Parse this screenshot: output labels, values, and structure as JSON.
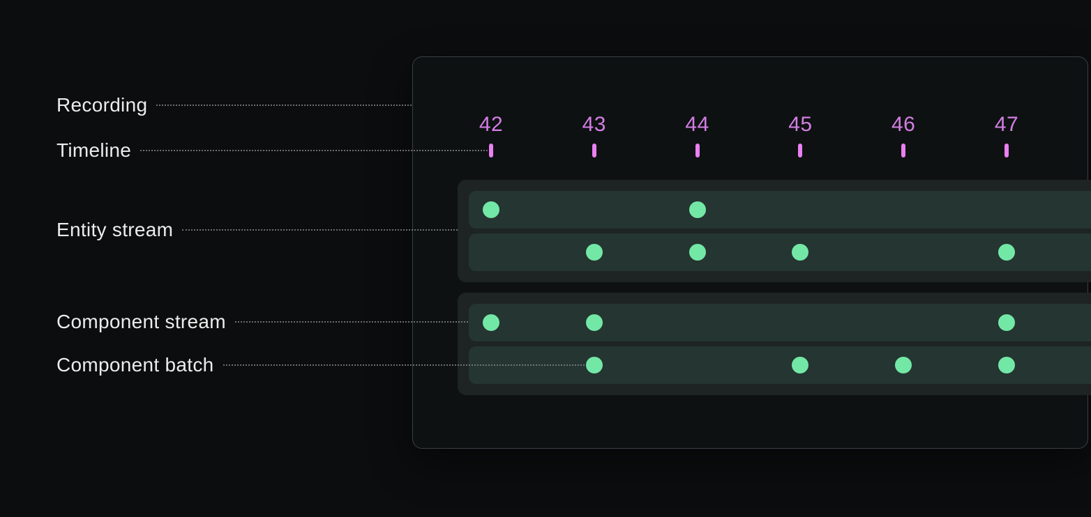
{
  "colors": {
    "background": "#0b0d0e",
    "panel_bg": "#0e1112",
    "panel_border": "#3a4043",
    "group_bg": "#1d2423",
    "row_bg": "#253531",
    "dot": "#73e8a6",
    "timeline_text": "#d37ee4",
    "tick": "#ea80f2",
    "label_text": "#ebeceb",
    "leader_line": "#7e8283"
  },
  "annotations": [
    {
      "text": "Recording"
    },
    {
      "text": "Timeline"
    },
    {
      "text": "Entity stream"
    },
    {
      "text": "Component stream"
    },
    {
      "text": "Component batch"
    }
  ],
  "timeline": {
    "tick_labels": [
      "42",
      "43",
      "44",
      "45",
      "46",
      "47"
    ]
  },
  "streams": {
    "groups": [
      {
        "name": "entity-stream-group-1",
        "rows": [
          {
            "name": "component-stream-row",
            "dots": [
              42,
              44
            ]
          },
          {
            "name": "component-stream-row",
            "dots": [
              43,
              44,
              45,
              47
            ]
          }
        ]
      },
      {
        "name": "entity-stream-group-2",
        "rows": [
          {
            "name": "component-stream-row",
            "dots": [
              42,
              43,
              47
            ]
          },
          {
            "name": "component-stream-row",
            "dots": [
              43,
              45,
              46,
              47
            ]
          }
        ]
      }
    ]
  }
}
